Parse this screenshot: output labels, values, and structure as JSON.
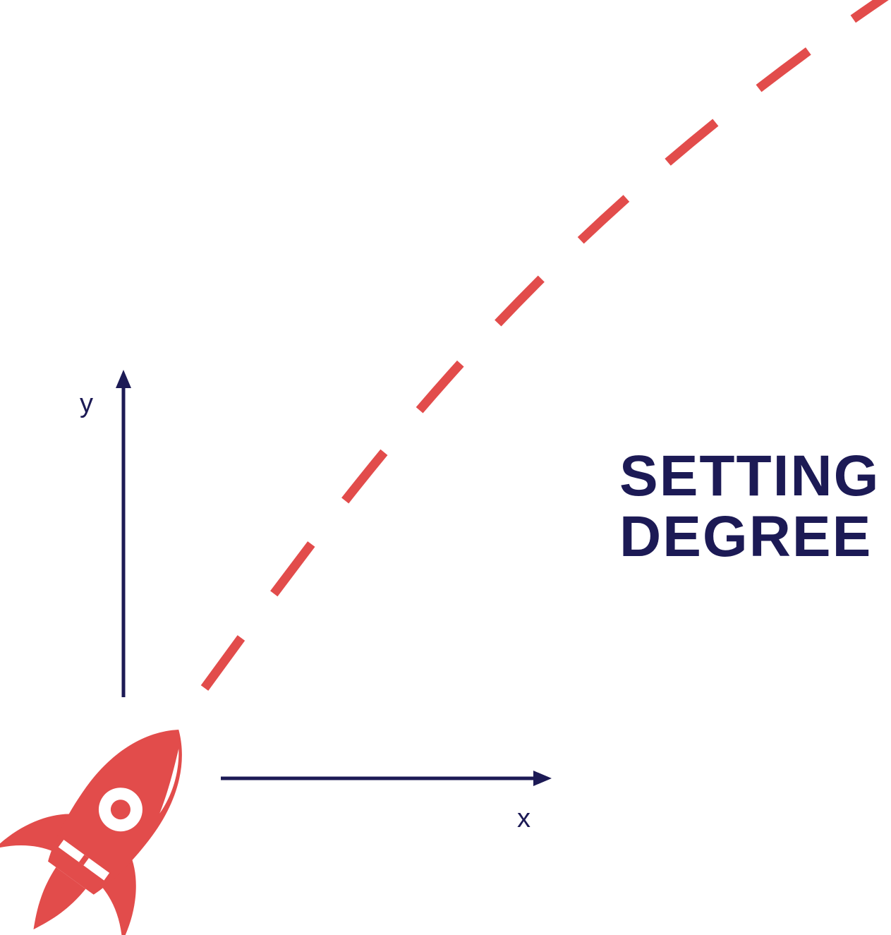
{
  "title": {
    "line1": "SETTING",
    "line2": "DEGREE"
  },
  "axes": {
    "x_label": "x",
    "y_label": "y"
  },
  "colors": {
    "axis": "#1c1a55",
    "title": "#1c1a55",
    "rocket": "#e24c4b",
    "trajectory": "#e24c4b",
    "background": "#ffffff"
  },
  "icons": {
    "rocket": "rocket-icon"
  }
}
